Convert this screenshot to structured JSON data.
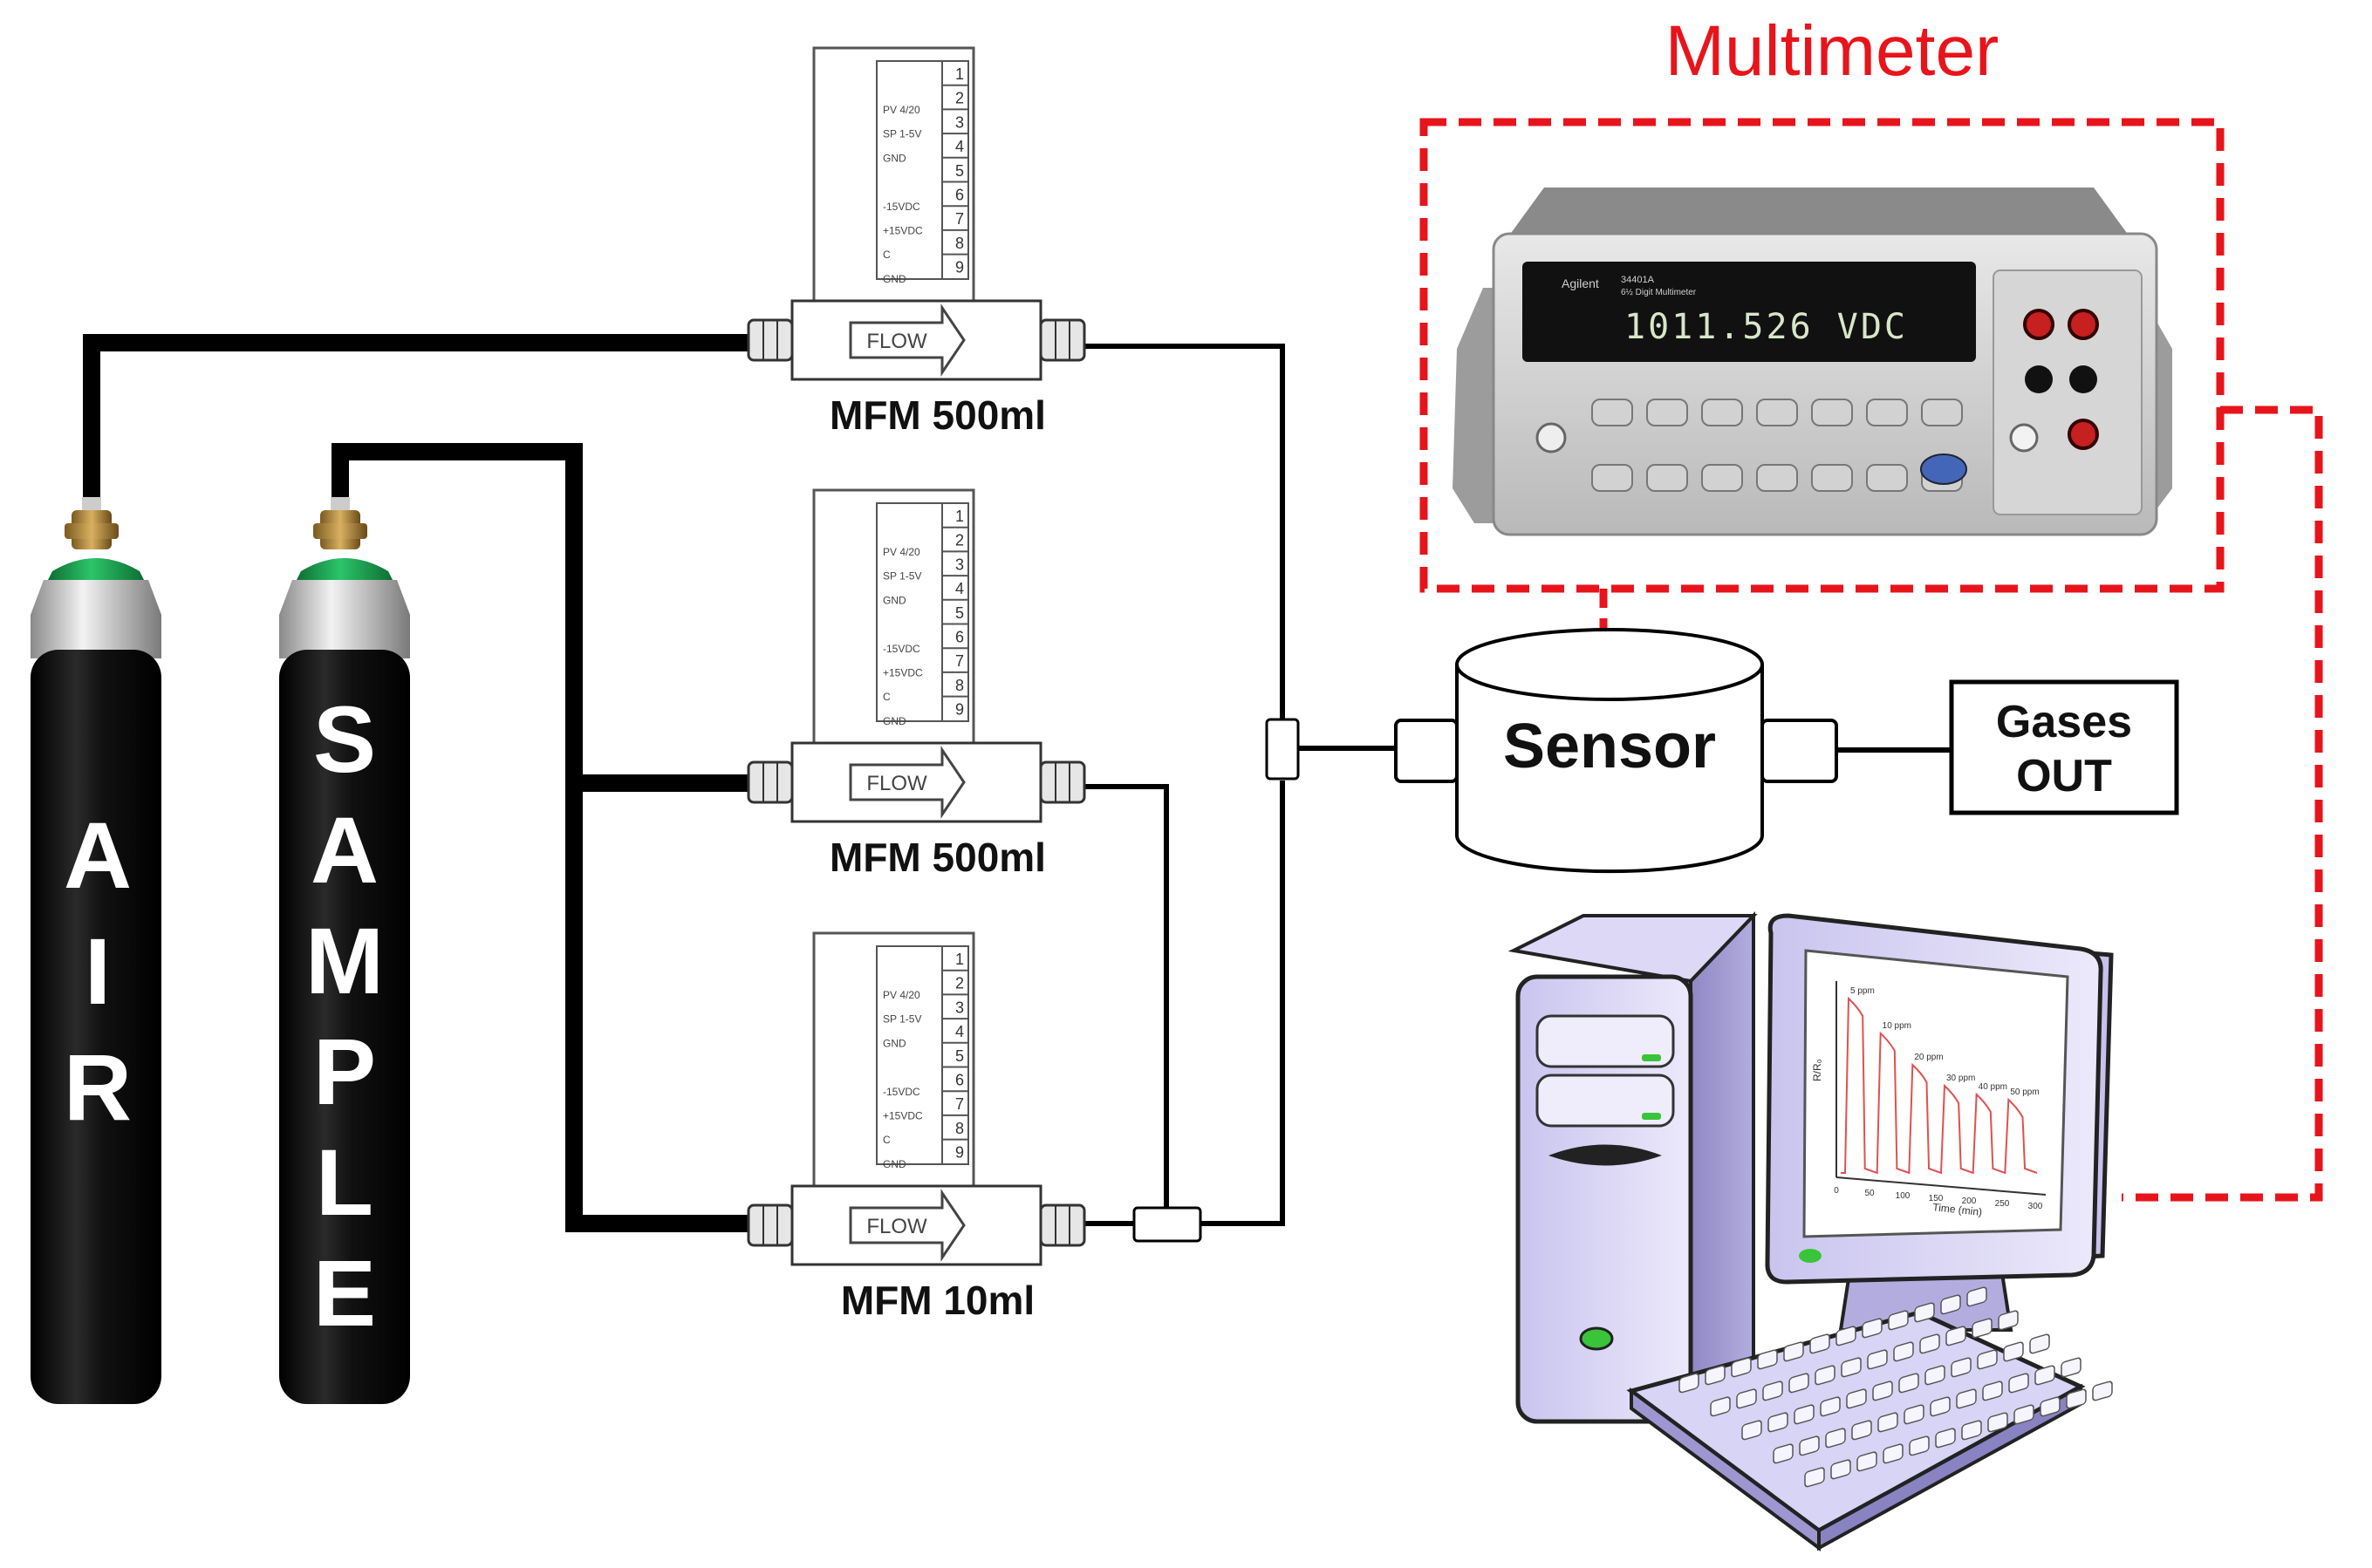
{
  "cylinders": {
    "air": {
      "letters": [
        "A",
        "I",
        "R"
      ]
    },
    "sample": {
      "letters": [
        "S",
        "A",
        "M",
        "P",
        "L",
        "E"
      ]
    },
    "cap_color": "#1a9a4a",
    "body_color": "#0a0a0a"
  },
  "mfm": {
    "flow_label": "FLOW",
    "panel_labels": [
      "PV 4/20",
      "SP 1-5V",
      "GND",
      "",
      "-15VDC",
      "+15VDC",
      "C",
      "GND"
    ],
    "pin_numbers": [
      "1",
      "2",
      "3",
      "4",
      "5",
      "6",
      "7",
      "8",
      "9"
    ],
    "units": [
      {
        "label": "MFM 500ml"
      },
      {
        "label": "MFM 500ml"
      },
      {
        "label": "MFM 10ml"
      }
    ]
  },
  "multimeter": {
    "title": "Multimeter",
    "brand": "Agilent",
    "model": "34401A",
    "model_sub": "6½ Digit Multimeter",
    "display": "1011.526 VDC",
    "accent_color": "#e8141b"
  },
  "sensor": {
    "label": "Sensor"
  },
  "gases_out": {
    "line1": "Gases",
    "line2": "OUT"
  },
  "computer": {
    "screen_chart": {
      "ylabel": "R/R₀",
      "xlabel": "Time (min)",
      "peak_labels": [
        "5 ppm",
        "10 ppm",
        "20 ppm",
        "30 ppm",
        "40 ppm",
        "50 ppm"
      ],
      "x_ticks": [
        "0",
        "50",
        "100",
        "150",
        "200",
        "250",
        "300"
      ],
      "peak_heights": [
        1.0,
        0.8,
        0.62,
        0.5,
        0.45,
        0.42
      ],
      "line_color": "#e05050"
    }
  }
}
